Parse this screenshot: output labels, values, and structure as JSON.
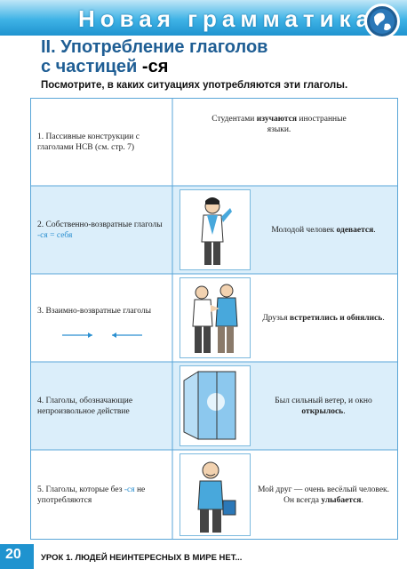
{
  "header": {
    "title": "Новая грамматика"
  },
  "section": {
    "title_line1": "II. Употребление глаголов",
    "title_line2_prefix": "с частицей ",
    "title_line2_suffix": "-ся",
    "subtitle": "Посмотрите, в каких ситуациях употребляются эти глаголы."
  },
  "rows": [
    {
      "left": "1. Пассивные конструкции с глаголами НСВ (см. стр. 7)",
      "left_blue": "",
      "right_plain_a": "Студентами ",
      "right_bold": "изучаются",
      "right_plain_b": " иностранные языки."
    },
    {
      "left": "2. Собственно-возвратные глаголы ",
      "left_blue": "-ся = себя",
      "right_plain_a": "Молодой человек ",
      "right_bold": "одевается",
      "right_plain_b": "."
    },
    {
      "left": "3. Взаимно-возвратные глаголы",
      "left_blue": "",
      "right_plain_a": "Друзья ",
      "right_bold": "встретились и обнялись",
      "right_plain_b": "."
    },
    {
      "left": "4. Глаголы, обозначающие непроизвольное действие",
      "left_blue": "",
      "right_plain_a": "Был сильный ветер, и окно ",
      "right_bold": "открылось",
      "right_plain_b": "."
    },
    {
      "left": "5. Глаголы, которые без ",
      "left_blue": "-ся",
      "left_after": " не употребляются",
      "right_plain_a": "Мой друг — очень весёлый человек. Он всегда ",
      "right_bold": "улыбается",
      "right_plain_b": "."
    }
  ],
  "footer": {
    "page_number": "20",
    "lesson": "УРОК 1. ЛЮДЕЙ НЕИНТЕРЕСНЫХ В МИРЕ НЕТ..."
  },
  "colors": {
    "band": "#1f93cf",
    "dark_blue": "#1f5e94",
    "row_shade": "#dbeefa"
  }
}
